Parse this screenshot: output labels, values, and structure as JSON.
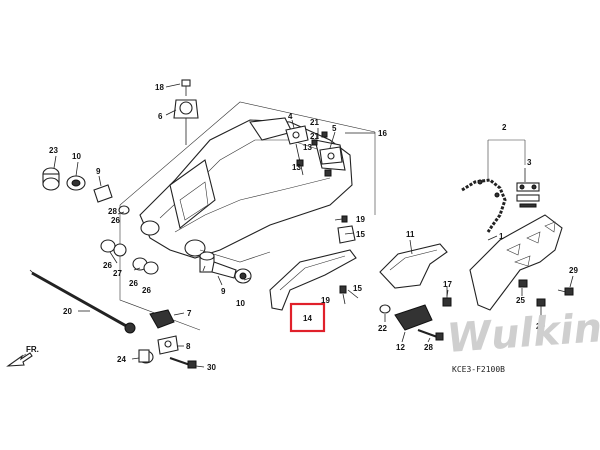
{
  "diagram": {
    "drawing_code": "KCE3-F2100B",
    "front_label": "FR.",
    "watermark": "Wulkina",
    "highlight_color": "#e0202a",
    "highlighted_part": "14",
    "callouts": [
      {
        "id": "c18",
        "label": "18"
      },
      {
        "id": "c6",
        "label": "6"
      },
      {
        "id": "c4",
        "label": "4"
      },
      {
        "id": "c21a",
        "label": "21"
      },
      {
        "id": "c5",
        "label": "5"
      },
      {
        "id": "c21b",
        "label": "21"
      },
      {
        "id": "c13a",
        "label": "13"
      },
      {
        "id": "c16",
        "label": "16"
      },
      {
        "id": "c23",
        "label": "23"
      },
      {
        "id": "c10",
        "label": "10"
      },
      {
        "id": "c9a",
        "label": "9"
      },
      {
        "id": "c13b",
        "label": "13"
      },
      {
        "id": "c26a",
        "label": "26"
      },
      {
        "id": "c28a",
        "label": "28"
      },
      {
        "id": "c19a",
        "label": "19"
      },
      {
        "id": "c15a",
        "label": "15"
      },
      {
        "id": "c26b",
        "label": "26"
      },
      {
        "id": "c27",
        "label": "27"
      },
      {
        "id": "c26c",
        "label": "26"
      },
      {
        "id": "c26d",
        "label": "26"
      },
      {
        "id": "c9b",
        "label": "9"
      },
      {
        "id": "c10b",
        "label": "10"
      },
      {
        "id": "c19b",
        "label": "19"
      },
      {
        "id": "c15b",
        "label": "15"
      },
      {
        "id": "c14",
        "label": "14"
      },
      {
        "id": "c20",
        "label": "20"
      },
      {
        "id": "c7",
        "label": "7"
      },
      {
        "id": "c8",
        "label": "8"
      },
      {
        "id": "c24",
        "label": "24"
      },
      {
        "id": "c30",
        "label": "30"
      },
      {
        "id": "c2",
        "label": "2"
      },
      {
        "id": "c3",
        "label": "3"
      },
      {
        "id": "c11",
        "label": "11"
      },
      {
        "id": "c1",
        "label": "1"
      },
      {
        "id": "c17",
        "label": "17"
      },
      {
        "id": "c25",
        "label": "25"
      },
      {
        "id": "c29a",
        "label": "29"
      },
      {
        "id": "c29b",
        "label": "29"
      },
      {
        "id": "c22",
        "label": "22"
      },
      {
        "id": "c12",
        "label": "12"
      },
      {
        "id": "c28b",
        "label": "28"
      }
    ]
  }
}
